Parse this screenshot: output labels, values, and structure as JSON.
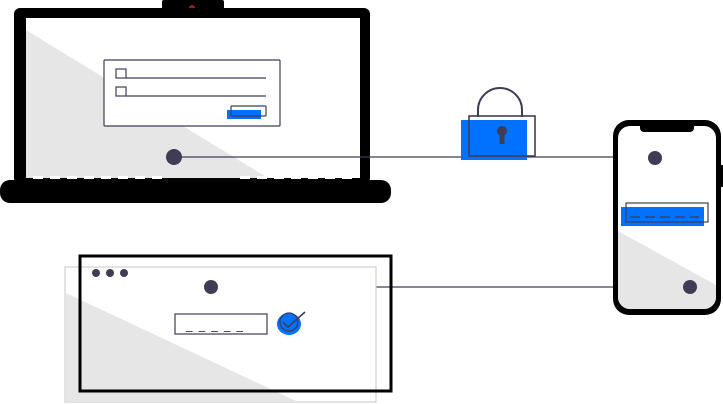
{
  "colors": {
    "outline": "#000000",
    "dark_gray": "#3f3d56",
    "accent_blue": "#0072ff",
    "light_gray": "#e6e6e6",
    "panel_border": "#d0d0d0",
    "red_dot": "#9b1f1f",
    "white": "#ffffff"
  },
  "icons": {
    "lock": "padlock-icon",
    "verified": "checkmark-circle-icon",
    "camera": "webcam-dot-icon"
  },
  "devices": {
    "laptop": {
      "form_rows": [
        "checkbox-row-1",
        "checkbox-row-2"
      ],
      "has_button": true
    },
    "phone": {
      "has_button": true
    },
    "browser_window": {
      "window_controls": [
        "control-dot-1",
        "control-dot-2",
        "control-dot-3"
      ],
      "password_placeholder": "_ _ _ _ _"
    }
  }
}
